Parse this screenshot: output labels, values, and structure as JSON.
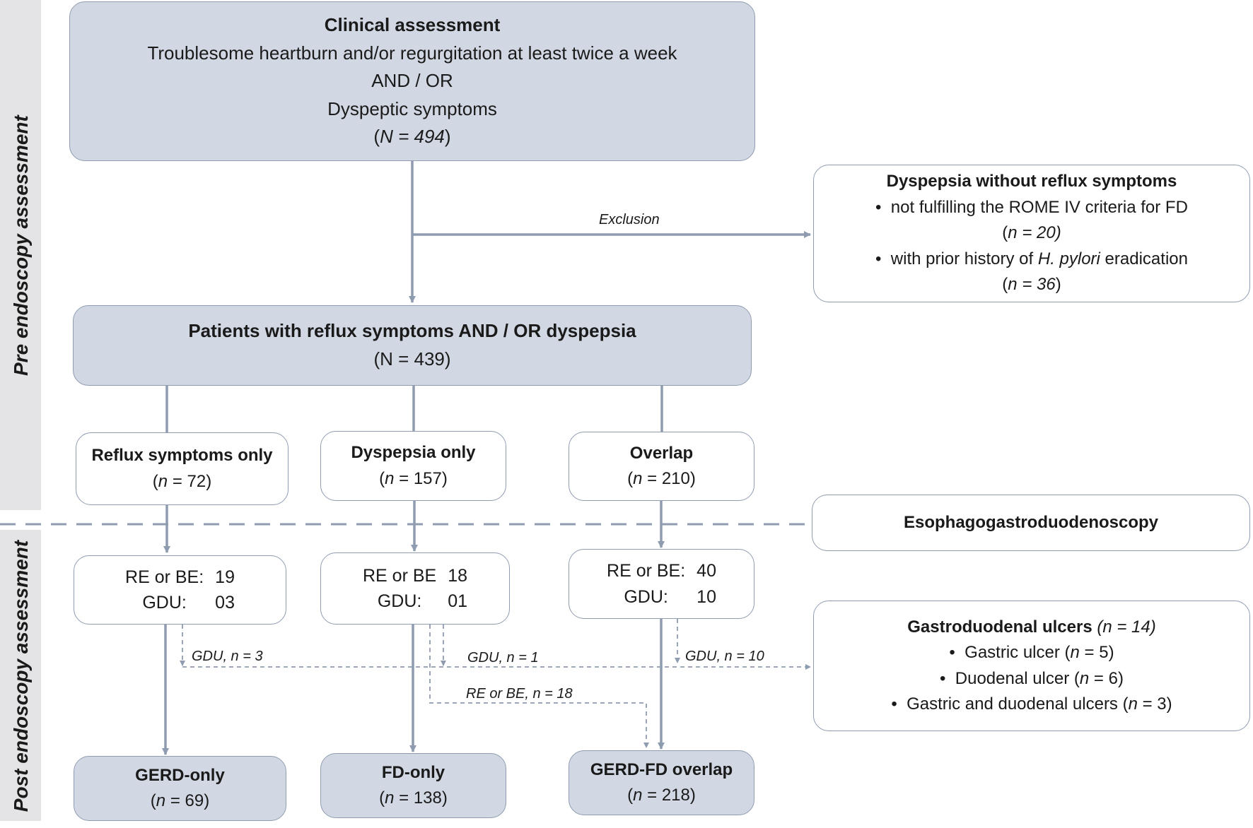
{
  "side_labels": {
    "pre": "Pre endoscopy assessment",
    "post": "Post endoscopy assessment"
  },
  "clinical": {
    "title": "Clinical assessment",
    "line1": "Troublesome heartburn and/or regurgitation at least twice a week",
    "line2": "AND / OR",
    "line3": "Dyspeptic symptoms",
    "n_pre": "(",
    "n_sym": "N = 494",
    "n_post": ")"
  },
  "exclusion": {
    "edge_label": "Exclusion",
    "title": "Dyspepsia without reflux symptoms",
    "b1": "not fulfilling the ROME IV criteria for FD",
    "b1_n_pre": "(",
    "b1_n": "n = 20)",
    "b2_pre": "with prior history of ",
    "b2_em": "H. pylori",
    "b2_post": " eradication",
    "b2_n_pre": "(",
    "b2_n": "n = 36",
    "b2_n_post": ")"
  },
  "patients": {
    "title": "Patients with reflux symptoms AND / OR dyspepsia",
    "n": "(N = 439)"
  },
  "groups": [
    {
      "title": "Reflux symptoms only",
      "n_var": "n",
      "n_val": " = 72)"
    },
    {
      "title": "Dyspepsia only",
      "n_var": "n",
      "n_val": " = 157)"
    },
    {
      "title": "Overlap",
      "n_var": "n",
      "n_val": " = 210)"
    }
  ],
  "egd": {
    "label": "Esophagogastroduodenoscopy"
  },
  "findings": [
    {
      "k1": "RE or BE:",
      "v1": "19",
      "k2": "GDU:",
      "v2": "03"
    },
    {
      "k1": "RE or BE",
      "v1": "18",
      "k2": "GDU:",
      "v2": "01"
    },
    {
      "k1": "RE or BE:",
      "v1": "40",
      "k2": "GDU:",
      "v2": "10"
    }
  ],
  "edges": {
    "gdu1": "GDU, n = 3",
    "gdu2": "GDU, n = 1",
    "gdu3": "GDU, n = 10",
    "rebe": "RE or BE,  n = 18"
  },
  "ulcers": {
    "title": "Gastroduodenal ulcers",
    "title_n": "(n = 14)",
    "items": [
      {
        "pre": "Gastric ulcer (",
        "var": "n",
        "post": " = 5)"
      },
      {
        "pre": "Duodenal ulcer (",
        "var": "n",
        "post": " = 6)"
      },
      {
        "pre": "Gastric and duodenal ulcers (",
        "var": "n",
        "post": " = 3)"
      }
    ]
  },
  "outcomes": [
    {
      "title": "GERD-only",
      "n_var": "n",
      "n_val": " = 69)"
    },
    {
      "title": "FD-only",
      "n_var": "n",
      "n_val": " = 138)"
    },
    {
      "title": "GERD-FD overlap",
      "n_var": "n",
      "n_val": " = 218)"
    }
  ],
  "colors": {
    "fill": "#d2d8e3",
    "stroke": "#8f9cb0",
    "side_band": "#e4e4e6"
  }
}
